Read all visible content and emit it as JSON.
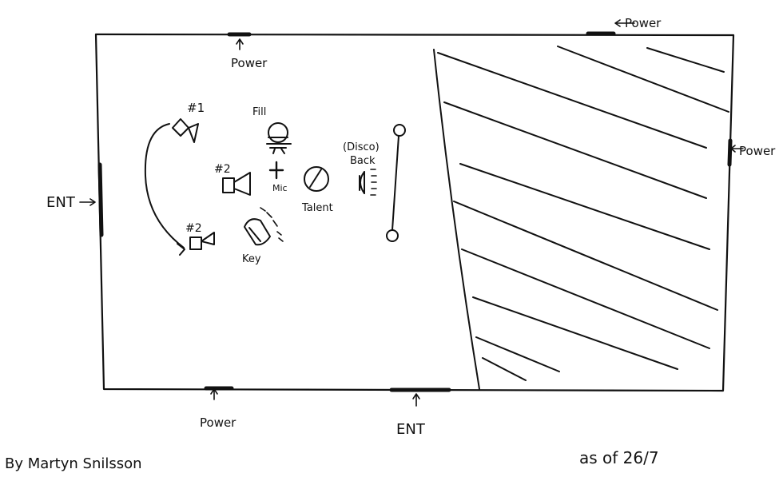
{
  "labels": {
    "power_top_center": "Power",
    "power_top_right": "Power",
    "power_right": "Power",
    "power_bottom": "Power",
    "ent_left": "ENT",
    "ent_bottom": "ENT",
    "fill": "Fill",
    "mic": "Mic",
    "talent": "Talent",
    "disco_back": "(Disco)",
    "back": "Back",
    "key": "Key",
    "camera_1": "#1",
    "camera_2": "#2",
    "camera_3": "#2",
    "author": "By Martyn Snilsson",
    "date": "as of 26/7"
  },
  "icons": {
    "camera": "camera-icon",
    "light": "light-icon",
    "mic": "mic-icon",
    "talent": "talent-icon",
    "screen": "screen-stand-icon"
  },
  "colors": {
    "ink": "#111111",
    "paper": "#ffffff"
  }
}
